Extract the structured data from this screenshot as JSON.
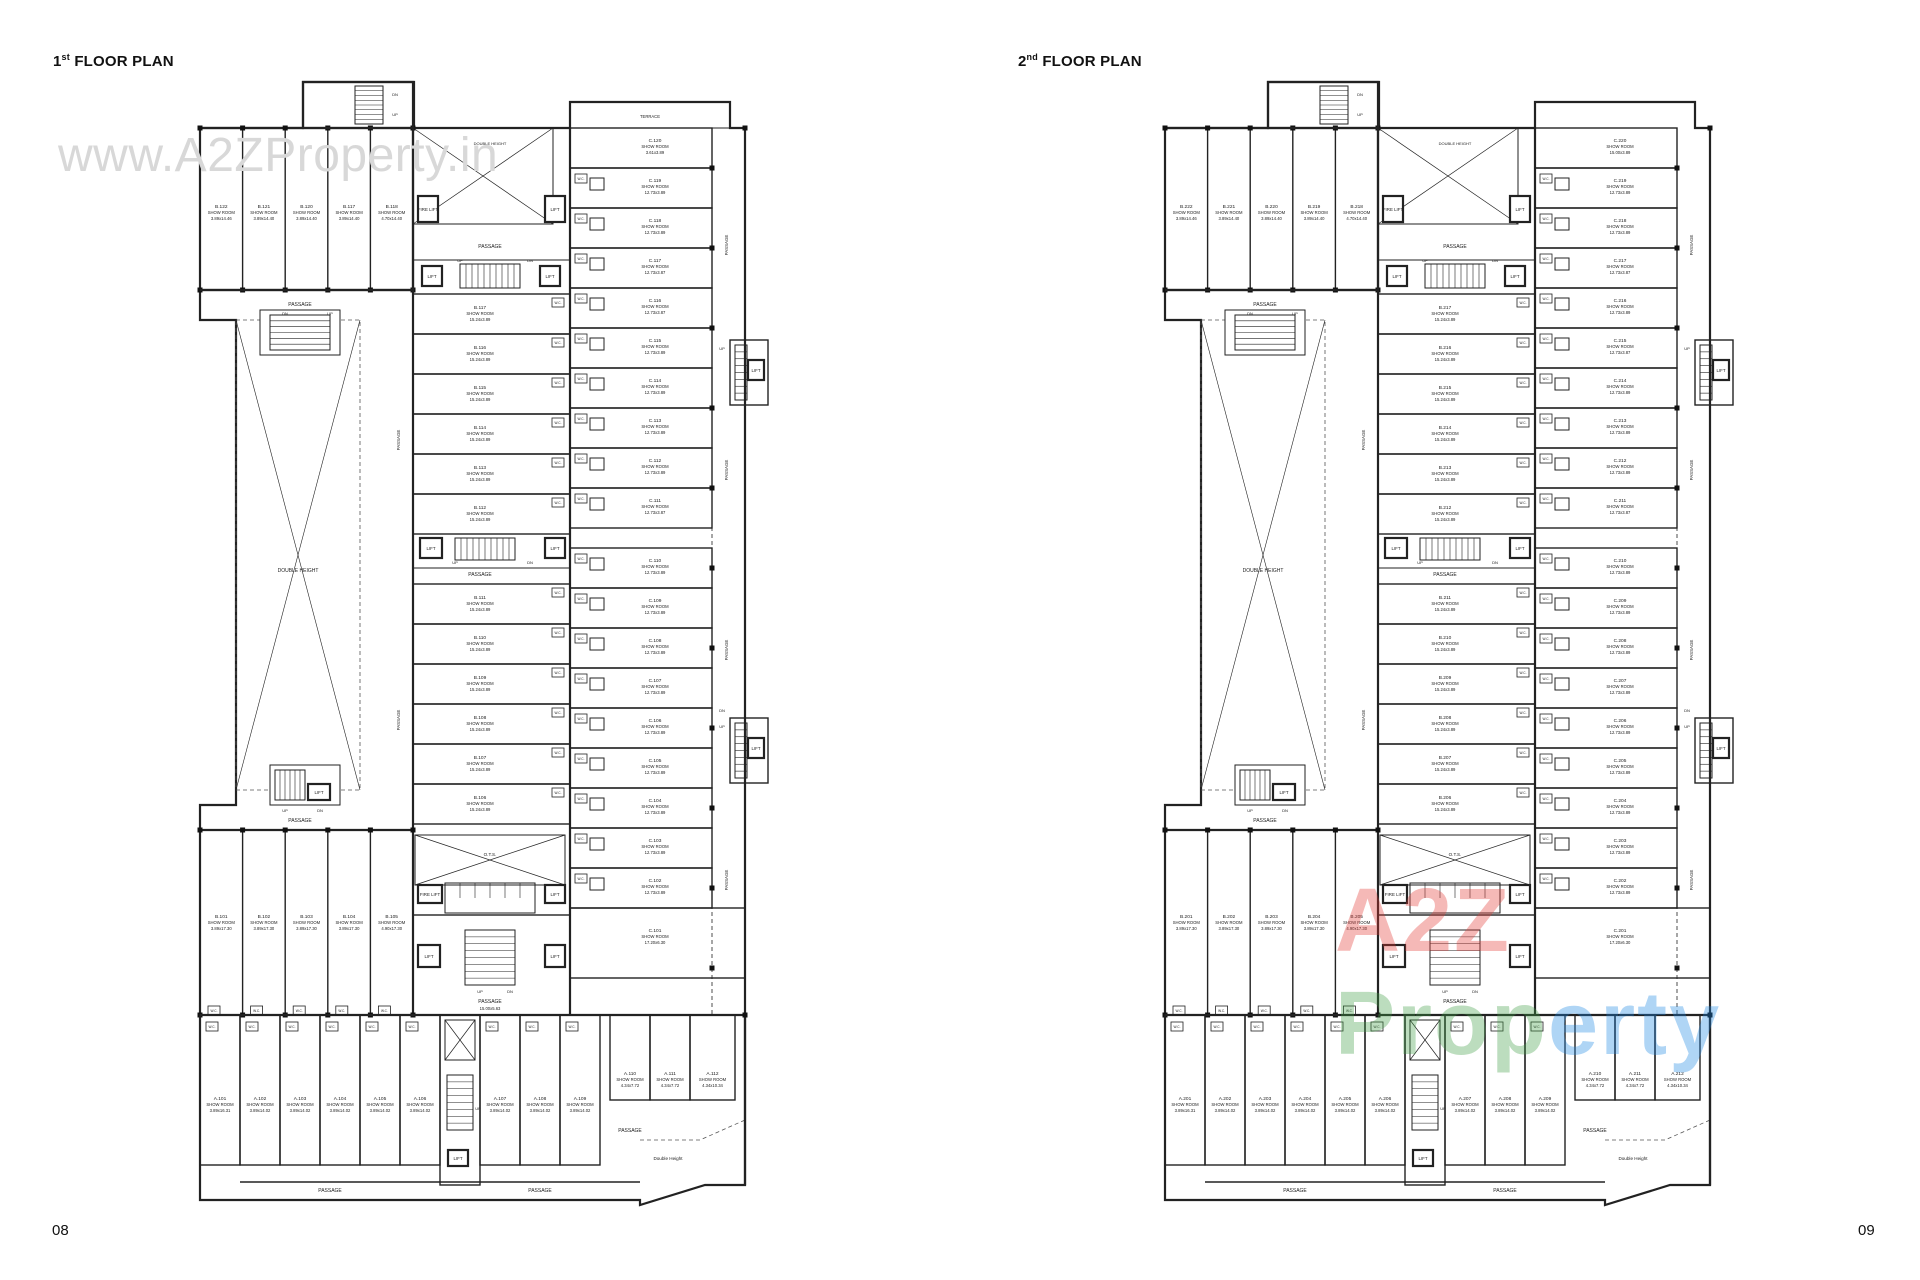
{
  "page_left": {
    "title_prefix": "1",
    "title_sup": "st",
    "title_rest": " FLOOR PLAN",
    "page_number": "08",
    "watermark": "www.A2ZProperty.in",
    "labels": {
      "passage": "PASSAGE",
      "double_height": "DOUBLE HEIGHT",
      "terrace": "TERRACE",
      "lift": "LIFT",
      "up": "UP",
      "dn": "DN",
      "wc": "W.C.",
      "show_room": "SHOW ROOM",
      "double_height_small": "Double Height",
      "ots": "O.T.S.",
      "fire_lift": "FIRE LIFT"
    },
    "rooms": {
      "b_top": [
        {
          "id": "B.122",
          "size": "3.89x14.46"
        },
        {
          "id": "B.121",
          "size": "3.89x14.40"
        },
        {
          "id": "B.120",
          "size": "3.89x14.40"
        },
        {
          "id": "B.117",
          "size": "3.89x14.40"
        },
        {
          "id": "B.118",
          "size": "4.70x14.40"
        }
      ],
      "b_mid_upper": [
        {
          "id": "B.117",
          "size": "15.24x3.89"
        },
        {
          "id": "B.116",
          "size": "15.24x3.89"
        },
        {
          "id": "B.115",
          "size": "15.24x3.89"
        },
        {
          "id": "B.114",
          "size": "15.24x3.89"
        },
        {
          "id": "B.113",
          "size": "15.24x3.89"
        },
        {
          "id": "B.112",
          "size": "15.24x3.89"
        }
      ],
      "c_upper": [
        {
          "id": "C.120",
          "size": "3.61x3.89"
        },
        {
          "id": "C.119",
          "size": "12.73x3.89"
        },
        {
          "id": "C.118",
          "size": "12.73x3.89"
        },
        {
          "id": "C.117",
          "size": "12.73x3.87"
        },
        {
          "id": "C.116",
          "size": "12.73x3.87"
        },
        {
          "id": "C.115",
          "size": "12.73x3.89"
        },
        {
          "id": "C.114",
          "size": "12.73x3.89"
        },
        {
          "id": "C.113",
          "size": "12.73x3.89"
        },
        {
          "id": "C.112",
          "size": "12.73x3.89"
        },
        {
          "id": "C.111",
          "size": "12.73x3.87"
        }
      ],
      "b_mid_lower": [
        {
          "id": "B.111",
          "size": "15.24x3.89"
        },
        {
          "id": "B.110",
          "size": "15.24x3.89"
        },
        {
          "id": "B.109",
          "size": "15.24x3.89"
        },
        {
          "id": "B.108",
          "size": "15.24x3.89"
        },
        {
          "id": "B.107",
          "size": "15.24x3.89"
        },
        {
          "id": "B.106",
          "size": "15.24x3.89"
        }
      ],
      "c_lower": [
        {
          "id": "C.110",
          "size": "12.73x3.89"
        },
        {
          "id": "C.109",
          "size": "12.73x3.89"
        },
        {
          "id": "C.108",
          "size": "12.73x3.89"
        },
        {
          "id": "C.107",
          "size": "12.73x3.89"
        },
        {
          "id": "C.106",
          "size": "12.73x3.89"
        },
        {
          "id": "C.105",
          "size": "12.73x3.89"
        },
        {
          "id": "C.104",
          "size": "12.73x3.89"
        },
        {
          "id": "C.103",
          "size": "12.73x3.89"
        },
        {
          "id": "C.102",
          "size": "12.73x3.89"
        },
        {
          "id": "C.101",
          "size": "17.20x6.30"
        }
      ],
      "b_bottom": [
        {
          "id": "B.101",
          "size": "3.89x17.30"
        },
        {
          "id": "B.102",
          "size": "3.89x17.30"
        },
        {
          "id": "B.103",
          "size": "3.89x17.30"
        },
        {
          "id": "B.104",
          "size": "3.89x17.30"
        },
        {
          "id": "B.105",
          "size": "4.90x17.30"
        }
      ],
      "a_bottom": [
        {
          "id": "A.101",
          "size": "3.89x16.31"
        },
        {
          "id": "A.102",
          "size": "3.89x14.02"
        },
        {
          "id": "A.103",
          "size": "3.89x14.02"
        },
        {
          "id": "A.104",
          "size": "3.89x14.02"
        },
        {
          "id": "A.105",
          "size": "3.89x14.02"
        },
        {
          "id": "A.106",
          "size": "3.89x14.02"
        },
        {
          "id": "A.107",
          "size": "3.89x14.02"
        },
        {
          "id": "A.108",
          "size": "3.89x14.02"
        },
        {
          "id": "A.109",
          "size": "3.89x14.02"
        },
        {
          "id": "A.110",
          "size": "4.34x7.72"
        },
        {
          "id": "A.111",
          "size": "4.34x7.72"
        },
        {
          "id": "A.112",
          "size": "4.34x10.34"
        }
      ],
      "passage_center": "15.00x5.63"
    }
  },
  "page_right": {
    "title_prefix": "2",
    "title_sup": "nd",
    "title_rest": " FLOOR PLAN",
    "page_number": "09",
    "watermark_parts": [
      "A2Z",
      " Prop",
      "erty"
    ],
    "labels": {
      "passage": "PASSAGE",
      "double_height": "DOUBLE HEIGHT",
      "lift": "LIFT",
      "up": "UP",
      "dn": "DN",
      "wc": "W.C.",
      "show_room": "SHOW ROOM",
      "double_height_small": "Double Height",
      "ots": "O.T.S.",
      "fire_lift": "FIRE LIFT"
    },
    "rooms": {
      "b_top": [
        {
          "id": "B.222",
          "size": "3.89x14.46"
        },
        {
          "id": "B.221",
          "size": "3.89x14.40"
        },
        {
          "id": "B.220",
          "size": "3.89x14.40"
        },
        {
          "id": "B.219",
          "size": "3.89x14.40"
        },
        {
          "id": "B.218",
          "size": "4.70x14.40"
        }
      ],
      "b_mid_upper": [
        {
          "id": "B.217",
          "size": "15.24x3.89"
        },
        {
          "id": "B.216",
          "size": "15.24x3.89"
        },
        {
          "id": "B.215",
          "size": "15.24x3.89"
        },
        {
          "id": "B.214",
          "size": "15.24x3.89"
        },
        {
          "id": "B.213",
          "size": "15.24x3.89"
        },
        {
          "id": "B.212",
          "size": "15.24x3.89"
        }
      ],
      "c_upper": [
        {
          "id": "C.220",
          "size": "15.00x3.89"
        },
        {
          "id": "C.219",
          "size": "12.73x3.89"
        },
        {
          "id": "C.218",
          "size": "12.73x3.89"
        },
        {
          "id": "C.217",
          "size": "12.73x3.87"
        },
        {
          "id": "C.216",
          "size": "12.73x3.89"
        },
        {
          "id": "C.215",
          "size": "12.73x3.87"
        },
        {
          "id": "C.214",
          "size": "12.73x3.89"
        },
        {
          "id": "C.213",
          "size": "12.73x3.89"
        },
        {
          "id": "C.212",
          "size": "12.73x3.89"
        },
        {
          "id": "C.211",
          "size": "12.73x3.87"
        }
      ],
      "b_mid_lower": [
        {
          "id": "B.211",
          "size": "15.24x3.89"
        },
        {
          "id": "B.210",
          "size": "15.24x3.89"
        },
        {
          "id": "B.209",
          "size": "15.24x3.89"
        },
        {
          "id": "B.208",
          "size": "15.24x3.89"
        },
        {
          "id": "B.207",
          "size": "15.24x3.89"
        },
        {
          "id": "B.206",
          "size": "15.24x3.89"
        }
      ],
      "c_lower": [
        {
          "id": "C.210",
          "size": "12.73x3.89"
        },
        {
          "id": "C.209",
          "size": "12.73x3.89"
        },
        {
          "id": "C.208",
          "size": "12.73x3.89"
        },
        {
          "id": "C.207",
          "size": "12.73x3.89"
        },
        {
          "id": "C.206",
          "size": "12.73x3.89"
        },
        {
          "id": "C.205",
          "size": "12.73x3.89"
        },
        {
          "id": "C.204",
          "size": "12.73x3.89"
        },
        {
          "id": "C.203",
          "size": "12.73x3.89"
        },
        {
          "id": "C.202",
          "size": "12.73x3.89"
        },
        {
          "id": "C.201",
          "size": "17.20x6.30"
        }
      ],
      "b_bottom": [
        {
          "id": "B.201",
          "size": "3.89x17.30"
        },
        {
          "id": "B.202",
          "size": "3.89x17.30"
        },
        {
          "id": "B.203",
          "size": "3.89x17.30"
        },
        {
          "id": "B.204",
          "size": "3.89x17.30"
        },
        {
          "id": "B.205",
          "size": "4.90x17.30"
        }
      ],
      "a_bottom": [
        {
          "id": "A.201",
          "size": "3.89x16.31"
        },
        {
          "id": "A.202",
          "size": "3.89x14.02"
        },
        {
          "id": "A.203",
          "size": "3.89x14.02"
        },
        {
          "id": "A.204",
          "size": "3.89x14.02"
        },
        {
          "id": "A.205",
          "size": "3.89x14.02"
        },
        {
          "id": "A.206",
          "size": "3.89x14.02"
        },
        {
          "id": "A.207",
          "size": "3.89x14.02"
        },
        {
          "id": "A.208",
          "size": "3.89x14.02"
        },
        {
          "id": "A.209",
          "size": "3.89x14.02"
        },
        {
          "id": "A.210",
          "size": "4.34x7.72"
        },
        {
          "id": "A.211",
          "size": "4.34x7.72"
        },
        {
          "id": "A.212",
          "size": "4.34x10.34"
        }
      ]
    }
  }
}
